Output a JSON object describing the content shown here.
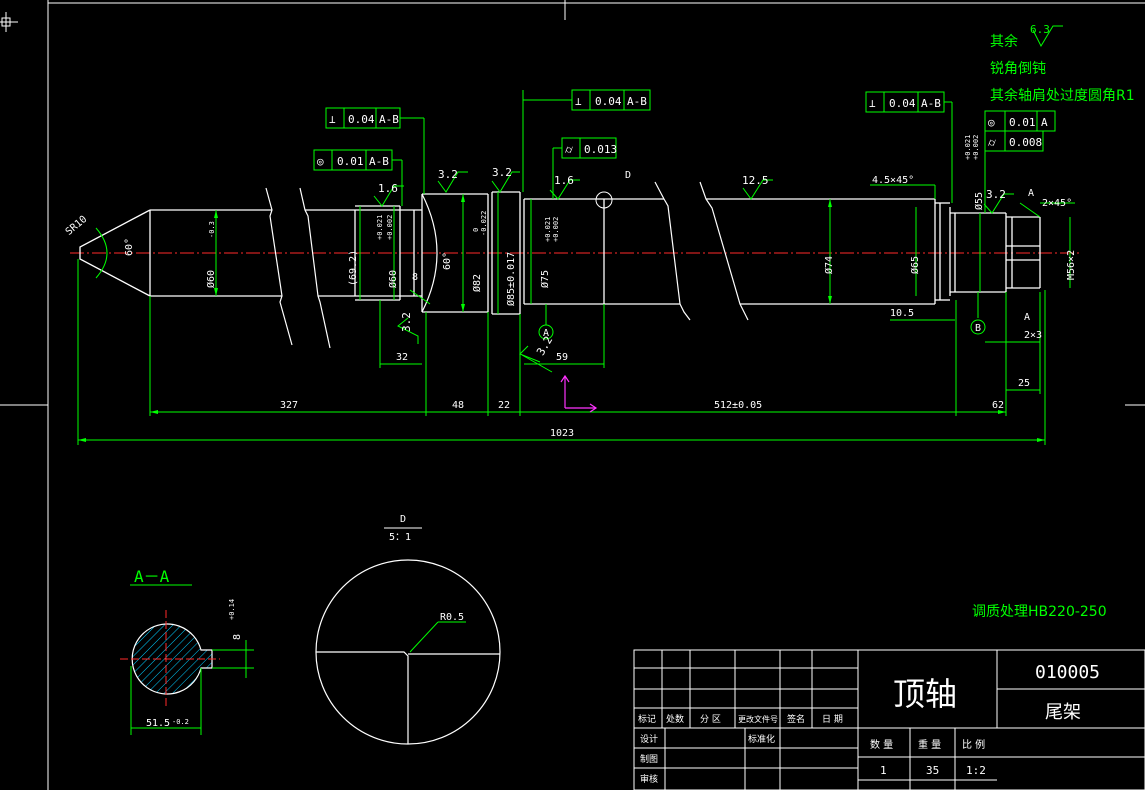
{
  "drawing": {
    "tech_notes": {
      "line1": "其余",
      "roughness_rest": "6.3",
      "line2": "锐角倒钝",
      "line3": "其余轴肩处过度圆角R1"
    },
    "heat_treatment": "调质处理HB220-250",
    "tolerance_frames": {
      "perp_left": {
        "sym": "⊥",
        "val": "0.04",
        "ref": "A-B"
      },
      "concentric_left": {
        "sym": "◎",
        "val": "0.01",
        "ref": "A-B"
      },
      "perp_mid": {
        "sym": "⊥",
        "val": "0.04",
        "ref": "A-B"
      },
      "cyl_mid": {
        "sym": "⌭",
        "val": "0.013"
      },
      "perp_right": {
        "sym": "⊥",
        "val": "0.04",
        "ref": "A-B"
      },
      "concentric_right": {
        "sym": "◎",
        "val": "0.01",
        "ref": "A"
      },
      "cyl_right": {
        "sym": "⌭",
        "val": "0.008"
      }
    },
    "roughness": {
      "r1": "1.6",
      "r2": "3.2",
      "r3": "3.2",
      "r4": "1.6",
      "r5": "12.5",
      "r6": "3.2",
      "r7": "3.2",
      "r8": "3.2"
    },
    "dims": {
      "sr": "SR10",
      "cone": "60°",
      "d60": "Ø60",
      "d60_tol": "-0.3",
      "d69": "(69.2)",
      "d60b": "Ø60",
      "d60b_tol_u": "+0.021",
      "d60b_tol_l": "+0.002",
      "n8": "8",
      "taper": "60°",
      "d82": "Ø82",
      "d82_tol_u": "0",
      "d82_tol_l": "-0.022",
      "d85": "Ø85±0.017",
      "d75": "Ø75",
      "d75_tol_u": "+0.021",
      "d75_tol_l": "+0.002",
      "d74": "Ø74",
      "d65": "Ø65",
      "d55": "Ø55",
      "d55_tol_u": "+0.021",
      "d55_tol_l": "+0.002",
      "chamfer1": "4.5×45°",
      "chamfer2": "2×45°",
      "m56": "M56×2",
      "l327": "327",
      "l48": "48",
      "l22": "22",
      "l512": "512±0.05",
      "l62": "62",
      "l1023": "1023",
      "l32": "32",
      "l59": "59",
      "l10_5": "10.5",
      "l25": "25",
      "l2x3": "2×3",
      "detail_d": "D",
      "sec_a_top": "A",
      "sec_a_bot": "A",
      "datum_a": "A",
      "datum_b": "B",
      "s_r05": "R0.5",
      "s_515": "51.5",
      "s_515_tol": "-0.2",
      "s_8": "8",
      "s_8_tol": "+0.14",
      "r_small": "1.6"
    },
    "section_title": "A－A",
    "detail_title_top": "D",
    "detail_title_bot": "5：1"
  },
  "title_block": {
    "part_name": "顶轴",
    "drawing_no": "010005",
    "assembly": "尾架",
    "col_mark": "标记",
    "col_count": "处数",
    "col_zone": "分 区",
    "col_doc": "更改文件号",
    "col_sign": "签名",
    "col_date": "日 期",
    "row_design": "设计",
    "row_std": "标准化",
    "row_draw": "制图",
    "row_review": "审核",
    "h_qty": "数 量",
    "h_weight": "重 量",
    "h_scale": "比 例",
    "v_qty": "1",
    "v_weight": "35",
    "v_scale": "1:2"
  }
}
